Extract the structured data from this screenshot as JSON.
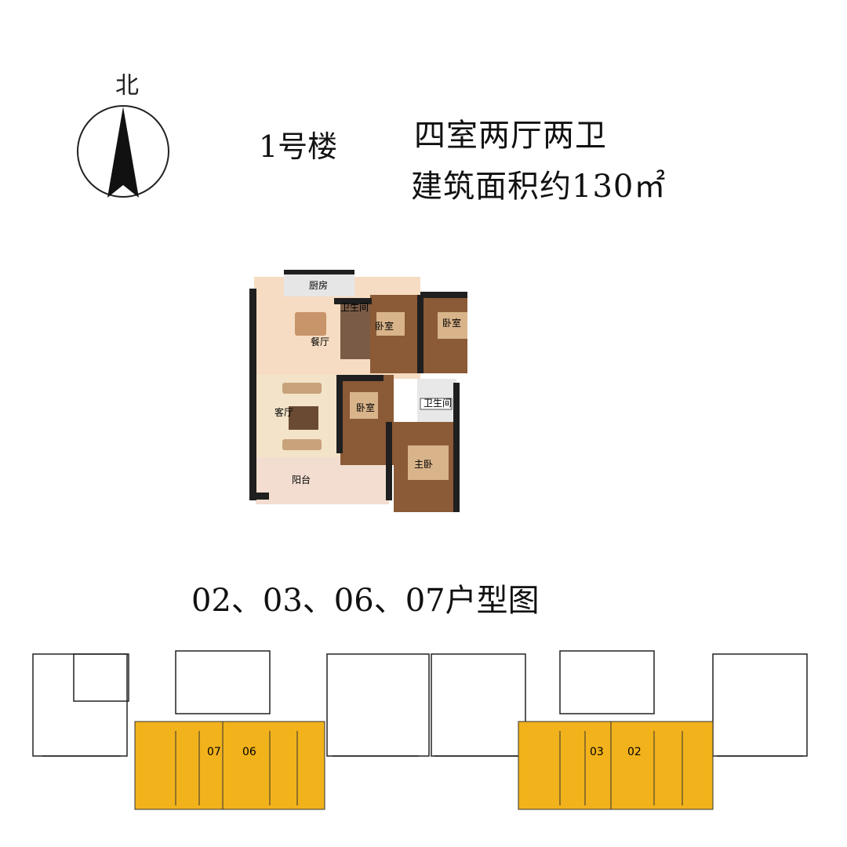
{
  "compass": {
    "north_label": "北",
    "icon": "north-arrow-icon"
  },
  "header": {
    "building": "1号楼",
    "unit_type": "四室两厅两卫",
    "area": "建筑面积约130㎡"
  },
  "floorplan": {
    "rooms": {
      "kitchen": "厨房",
      "bathroom_1": "卫生间",
      "bedroom_1": "卧室",
      "bedroom_2": "卧室",
      "dining": "餐厅",
      "living": "客厅",
      "bedroom_3": "卧室",
      "bathroom_2": "卫生间",
      "master_bedroom": "主卧",
      "balcony": "阳台"
    }
  },
  "site_plan": {
    "title": "02、03、06、07户型图",
    "highlighted_units": [
      "07",
      "06",
      "03",
      "02"
    ]
  },
  "colors": {
    "highlight": "#f2b21b",
    "wall": "#1f1f1f",
    "floor_tile": "#f6dcc2",
    "wood_floor": "#8b5a36"
  }
}
